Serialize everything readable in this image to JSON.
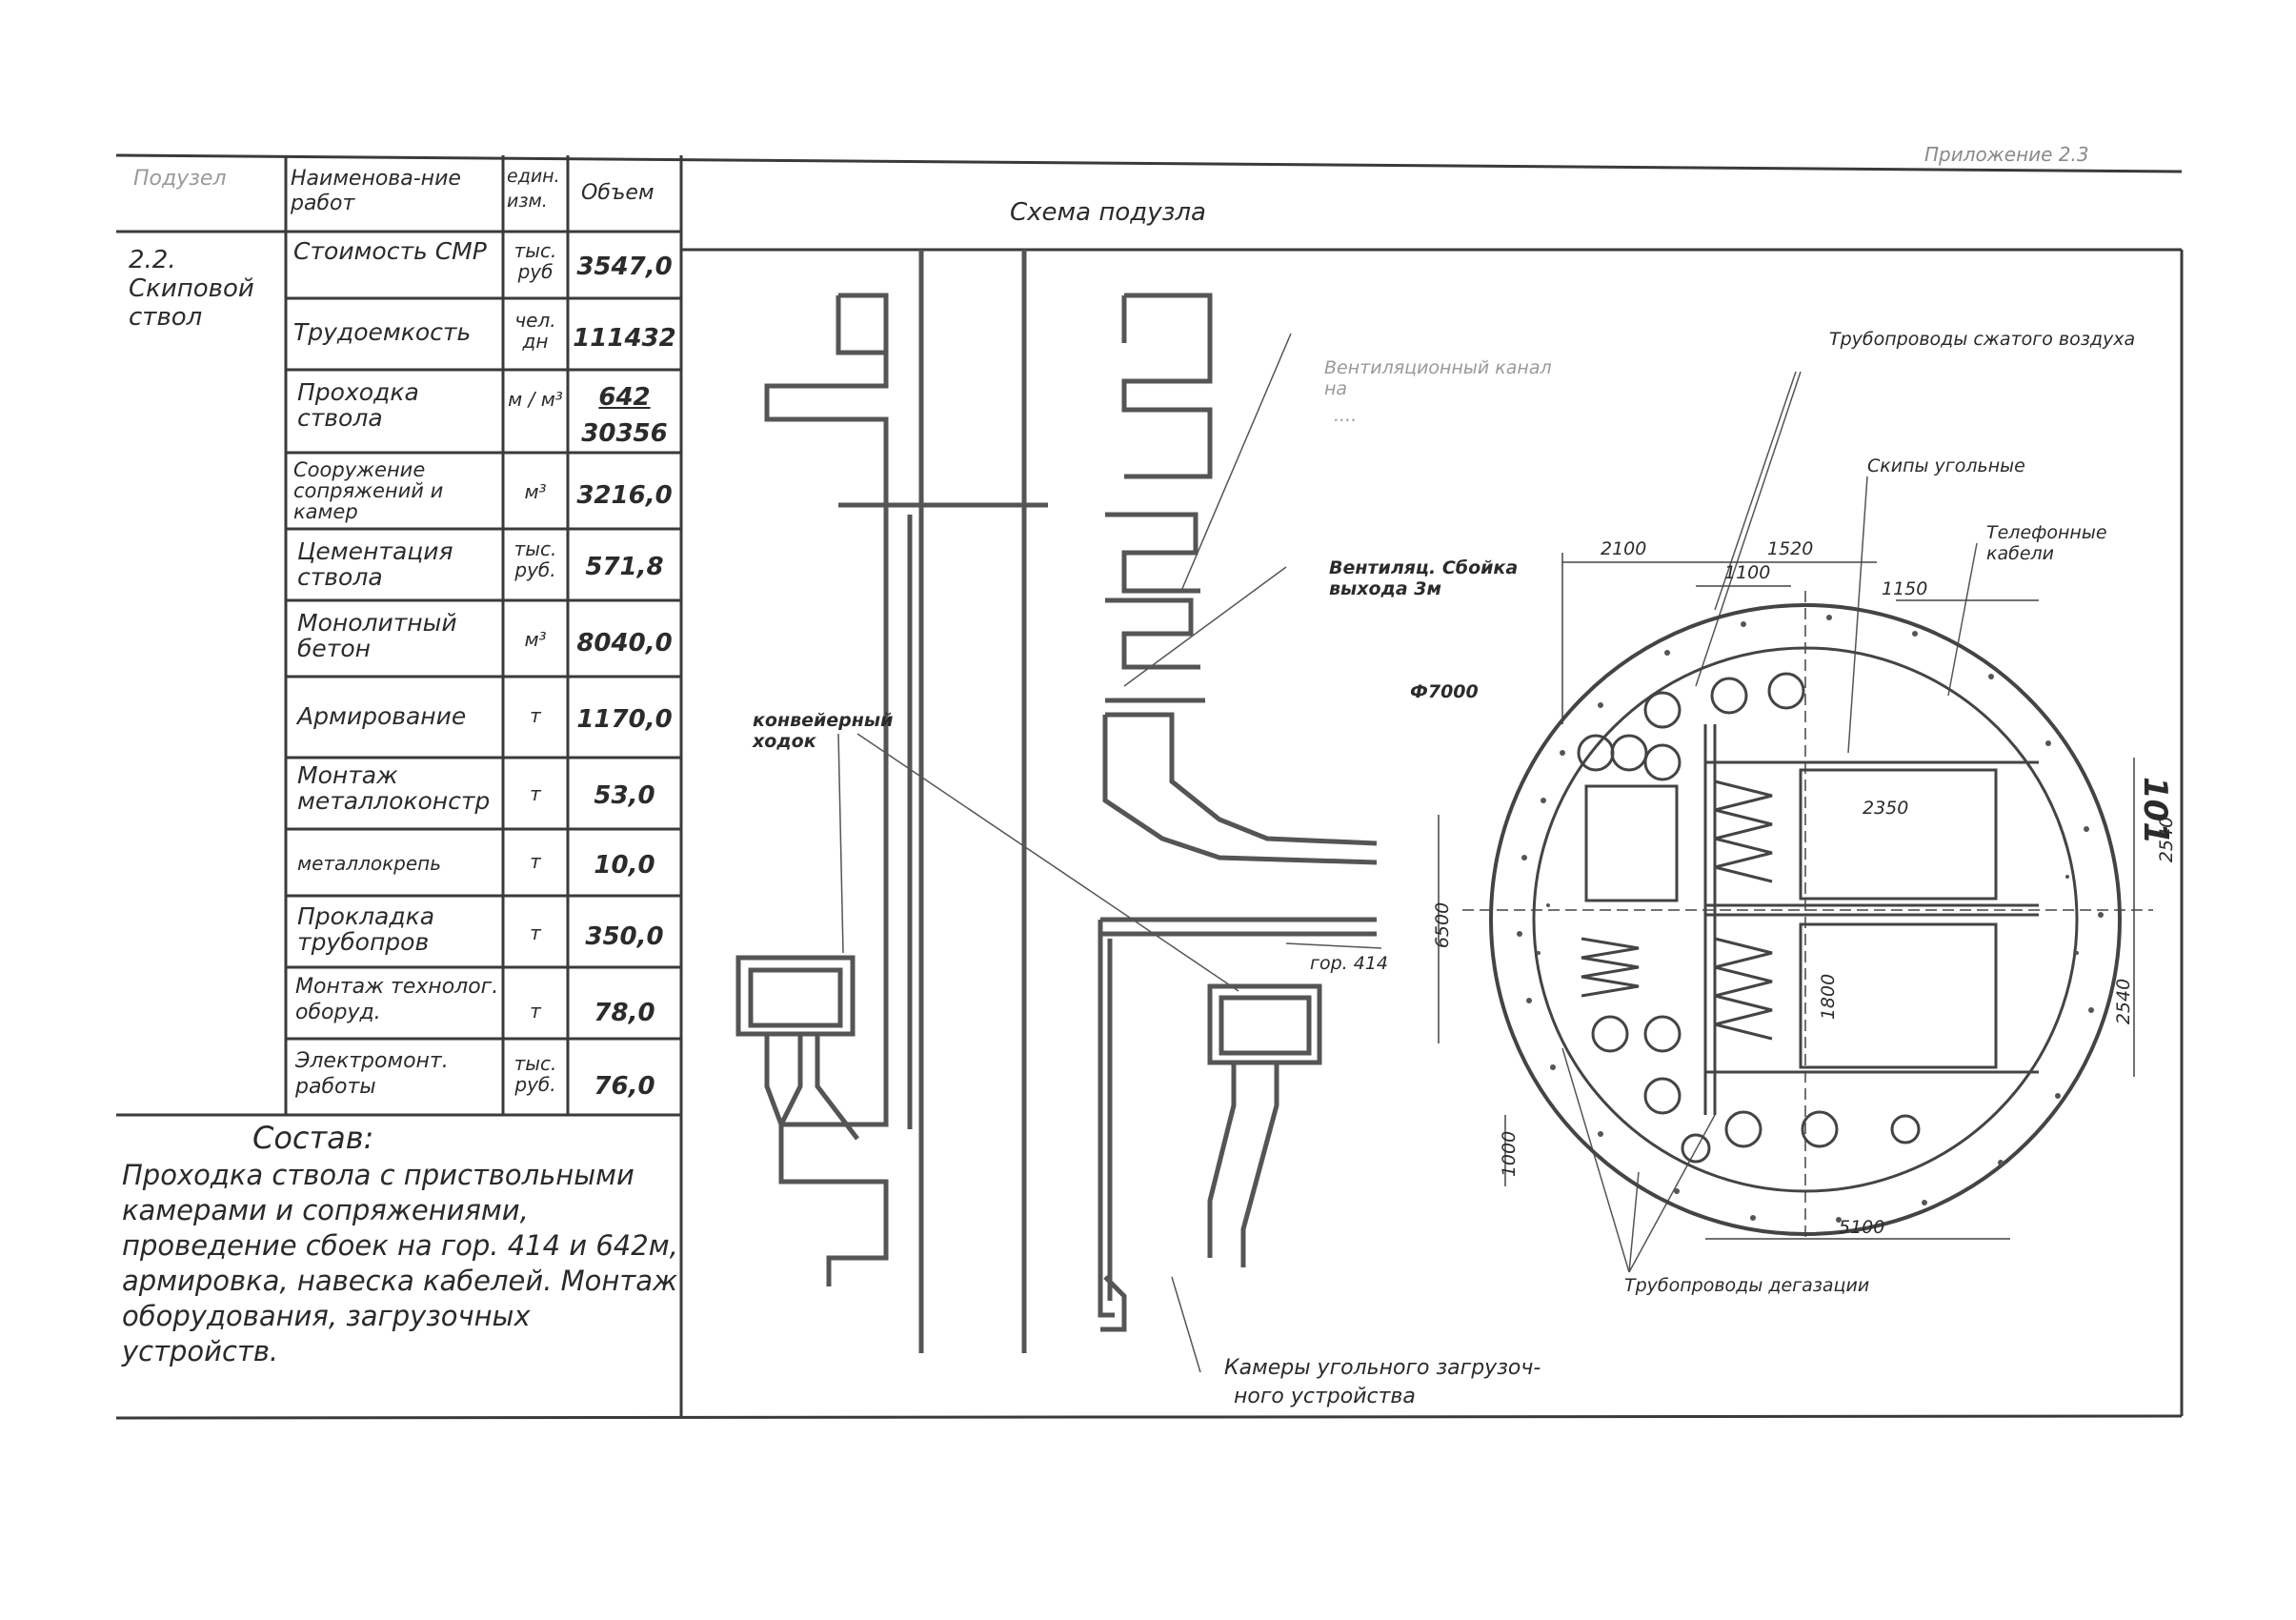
{
  "appendix_label": "Приложение 2.3",
  "page_number": "101",
  "table": {
    "headers": {
      "subnode": "Подузел",
      "work_name": "Наименова-ние работ",
      "unit": "един. изм.",
      "volume": "Объем",
      "scheme": "Схема подузла"
    },
    "subnode_value": "2.2. Скиповой ствол",
    "rows": [
      {
        "name": "Стоимость СМР",
        "unit": "тыс. руб",
        "value": "3547,0"
      },
      {
        "name": "Трудоемкость",
        "unit": "чел. дн",
        "value": "111432"
      },
      {
        "name": "Проходка ствола",
        "unit": "м / м³",
        "value": "642",
        "value2": "30356"
      },
      {
        "name": "Сооружение сопряжений и камер",
        "unit": "м³",
        "value": "3216,0"
      },
      {
        "name": "Цементация ствола",
        "unit": "тыс. руб.",
        "value": "571,8"
      },
      {
        "name": "Монолитный бетон",
        "unit": "м³",
        "value": "8040,0"
      },
      {
        "name": "Армирование",
        "unit": "т",
        "value": "1170,0"
      },
      {
        "name": "Монтаж металлоконстр",
        "unit": "т",
        "value": "53,0"
      },
      {
        "name": "металлокрепь",
        "unit": "т",
        "value": "10,0"
      },
      {
        "name": "Прокладка трубопров",
        "unit": "т",
        "value": "350,0"
      },
      {
        "name": "Монтаж технолог. оборуд.",
        "unit": "т",
        "value": "78,0"
      },
      {
        "name": "Электромонт. работы",
        "unit": "тыс. руб.",
        "value": "76,0"
      }
    ],
    "composition_title": "Состав:",
    "composition_text": "Проходка ствола с приствольными камерами и сопряжениями, проведение сбоек на гор. 414 и 642м, армировка, навеска кабелей. Монтаж оборудования, загрузочных устройств."
  },
  "scheme_labels": {
    "vent": "Вентиляционный канал на",
    "vent_sub": "....",
    "compressed_air": "Трубопроводы сжатого воздуха",
    "coal_skips": "Скипы угольные",
    "phone_cables": "Телефонные кабели",
    "ventcan": "Вентиляц. Сбойка выхода 3м",
    "conveyor": "конвейерный ходок",
    "level": "гор. 414",
    "degas": "Трубопроводы дегазации",
    "chambers_line1": "Камеры угольного загрузоч-",
    "chambers_line2": "ного устройства",
    "diam": "Ф7000"
  },
  "dimensions": {
    "d2100": "2100",
    "d1520": "1520",
    "d1100": "1100",
    "d1150": "1150",
    "d2350": "2350",
    "d2540a": "2540",
    "d2540b": "2540",
    "d6500": "6500",
    "d1800": "1800",
    "d1000": "1000",
    "d5100": "5100"
  },
  "colors": {
    "ink": "#2b2b2b",
    "faint": "#9a9a9a",
    "paper": "#ffffff"
  }
}
